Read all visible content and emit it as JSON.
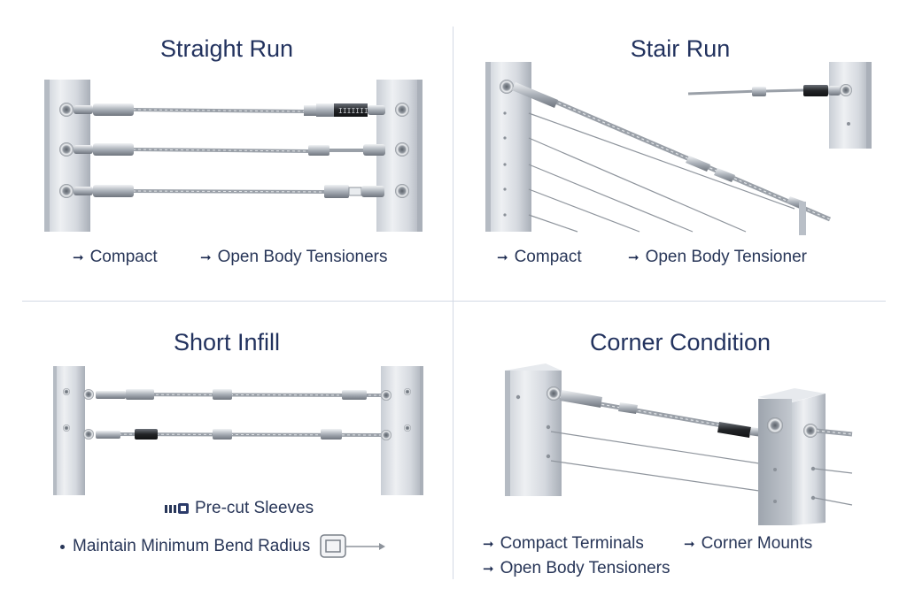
{
  "panels": {
    "straight_run": {
      "title": "Straight Run",
      "labels": [
        "Compact",
        "Open Body Tensioners"
      ],
      "tensioner_marking": "IIIIIII"
    },
    "stair_run": {
      "title": "Stair Run",
      "labels": [
        "Compact",
        "Open Body Tensioner"
      ]
    },
    "short_infill": {
      "title": "Short Infill",
      "labels": [
        "Pre-cut Sleeves",
        "Maintain Minimum Bend Radius"
      ]
    },
    "corner_condition": {
      "title": "Corner Condition",
      "labels": [
        "Compact Terminals",
        "Corner Mounts",
        "Open Body Tensioners"
      ]
    }
  },
  "icons": {
    "arrow": "arrow-right-icon",
    "sleeve": "sleeve-icon",
    "bullet": "bullet-icon",
    "bend_radius": "bend-radius-icon"
  },
  "colors": {
    "title": "#22325e",
    "text": "#283658",
    "steel": "#b9bfc7",
    "divider": "#d3d9e4"
  }
}
